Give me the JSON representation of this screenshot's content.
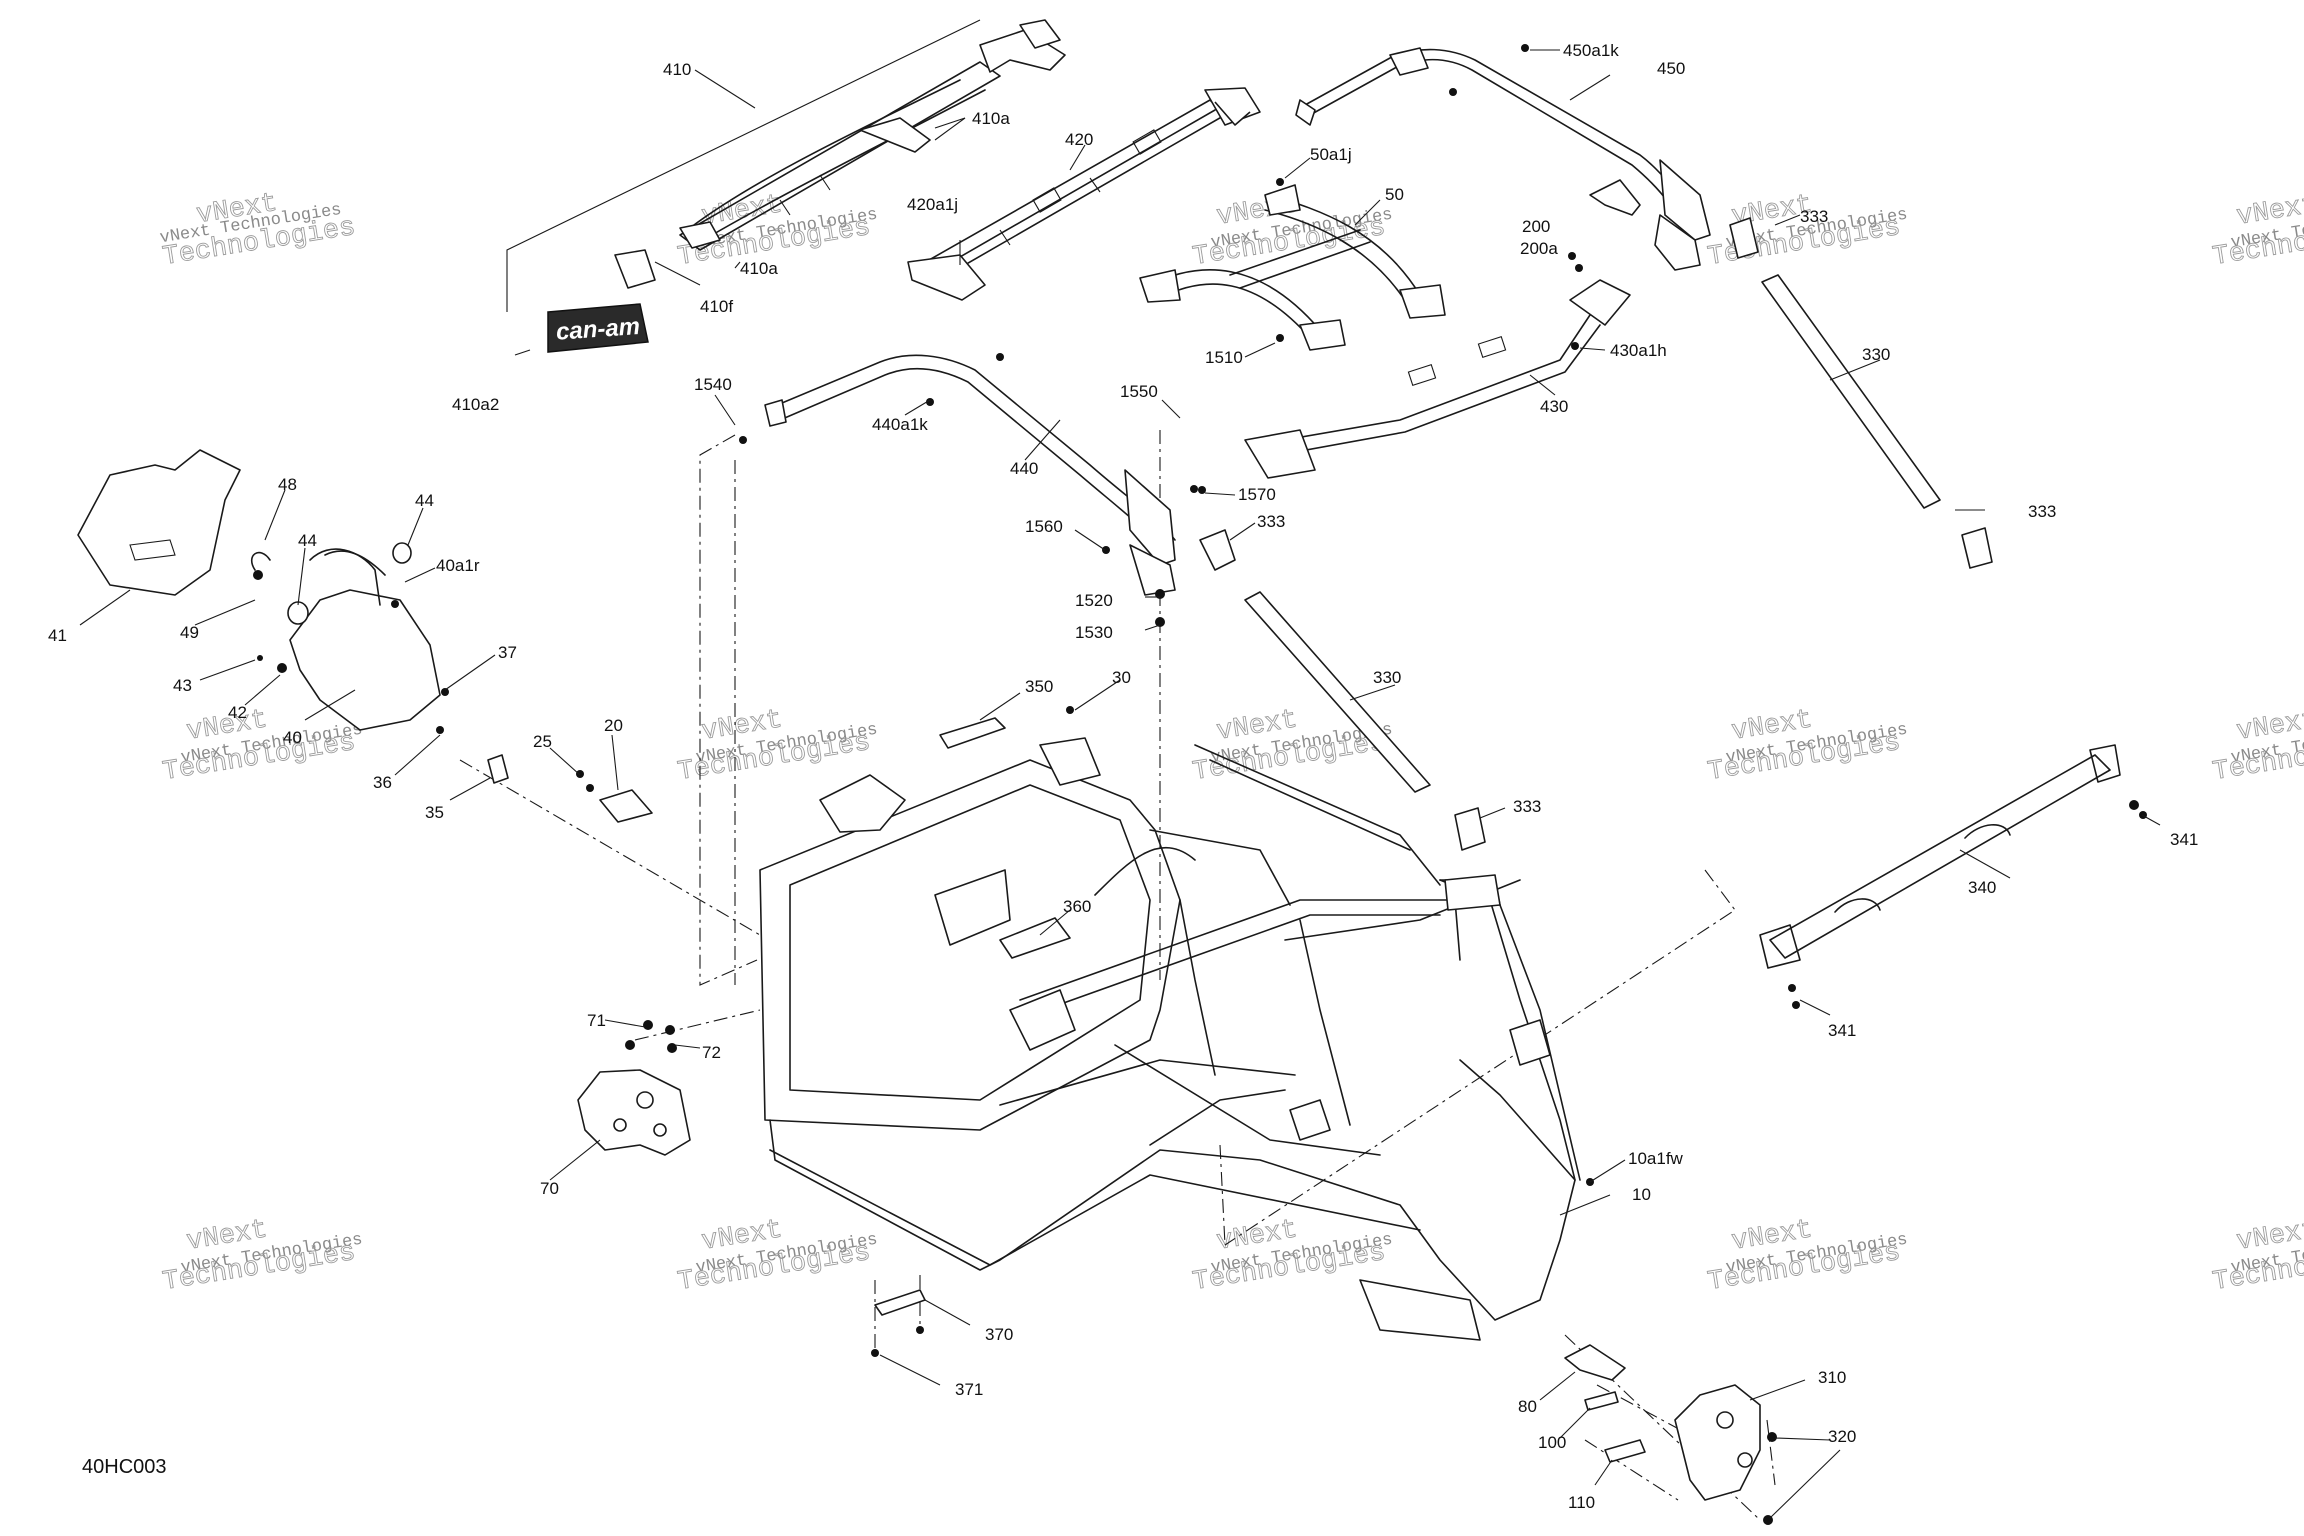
{
  "diagram_ref": "40HC003",
  "logo_text": "can-am",
  "watermark": {
    "line1": "vNext Technologies",
    "line2a": "vNext",
    "line2b": "Technologies"
  },
  "callouts": [
    {
      "id": "c410",
      "label": "410"
    },
    {
      "id": "c410a-top",
      "label": "410a"
    },
    {
      "id": "c410a-bot",
      "label": "410a"
    },
    {
      "id": "c410f",
      "label": "410f"
    },
    {
      "id": "c410a2",
      "label": "410a2"
    },
    {
      "id": "c420",
      "label": "420"
    },
    {
      "id": "c420a1j",
      "label": "420a1j"
    },
    {
      "id": "c450a1k",
      "label": "450a1k"
    },
    {
      "id": "c450",
      "label": "450"
    },
    {
      "id": "c50a1j",
      "label": "50a1j"
    },
    {
      "id": "c50",
      "label": "50"
    },
    {
      "id": "c1510",
      "label": "1510"
    },
    {
      "id": "c200",
      "label": "200"
    },
    {
      "id": "c200a",
      "label": "200a"
    },
    {
      "id": "c430a1h",
      "label": "430a1h"
    },
    {
      "id": "c430",
      "label": "430"
    },
    {
      "id": "c333-a",
      "label": "333"
    },
    {
      "id": "c330-a",
      "label": "330"
    },
    {
      "id": "c333-b",
      "label": "333"
    },
    {
      "id": "c1540",
      "label": "1540"
    },
    {
      "id": "c440a1k",
      "label": "440a1k"
    },
    {
      "id": "c440",
      "label": "440"
    },
    {
      "id": "c1550",
      "label": "1550"
    },
    {
      "id": "c1570",
      "label": "1570"
    },
    {
      "id": "c1560",
      "label": "1560"
    },
    {
      "id": "c333-c",
      "label": "333"
    },
    {
      "id": "c1520",
      "label": "1520"
    },
    {
      "id": "c1530",
      "label": "1530"
    },
    {
      "id": "c330-b",
      "label": "330"
    },
    {
      "id": "c333-d",
      "label": "333"
    },
    {
      "id": "c48",
      "label": "48"
    },
    {
      "id": "c44-a",
      "label": "44"
    },
    {
      "id": "c44-b",
      "label": "44"
    },
    {
      "id": "c40a1r",
      "label": "40a1r"
    },
    {
      "id": "c41",
      "label": "41"
    },
    {
      "id": "c49",
      "label": "49"
    },
    {
      "id": "c43",
      "label": "43"
    },
    {
      "id": "c42",
      "label": "42"
    },
    {
      "id": "c40",
      "label": "40"
    },
    {
      "id": "c37",
      "label": "37"
    },
    {
      "id": "c36",
      "label": "36"
    },
    {
      "id": "c35",
      "label": "35"
    },
    {
      "id": "c25",
      "label": "25"
    },
    {
      "id": "c20",
      "label": "20"
    },
    {
      "id": "c350",
      "label": "350"
    },
    {
      "id": "c30",
      "label": "30"
    },
    {
      "id": "c360",
      "label": "360"
    },
    {
      "id": "c341-a",
      "label": "341"
    },
    {
      "id": "c340",
      "label": "340"
    },
    {
      "id": "c341-b",
      "label": "341"
    },
    {
      "id": "c71",
      "label": "71"
    },
    {
      "id": "c72",
      "label": "72"
    },
    {
      "id": "c70",
      "label": "70"
    },
    {
      "id": "c10a1fw",
      "label": "10a1fw"
    },
    {
      "id": "c10",
      "label": "10"
    },
    {
      "id": "c370",
      "label": "370"
    },
    {
      "id": "c371",
      "label": "371"
    },
    {
      "id": "c310",
      "label": "310"
    },
    {
      "id": "c80",
      "label": "80"
    },
    {
      "id": "c320",
      "label": "320"
    },
    {
      "id": "c100",
      "label": "100"
    },
    {
      "id": "c110",
      "label": "110"
    }
  ]
}
